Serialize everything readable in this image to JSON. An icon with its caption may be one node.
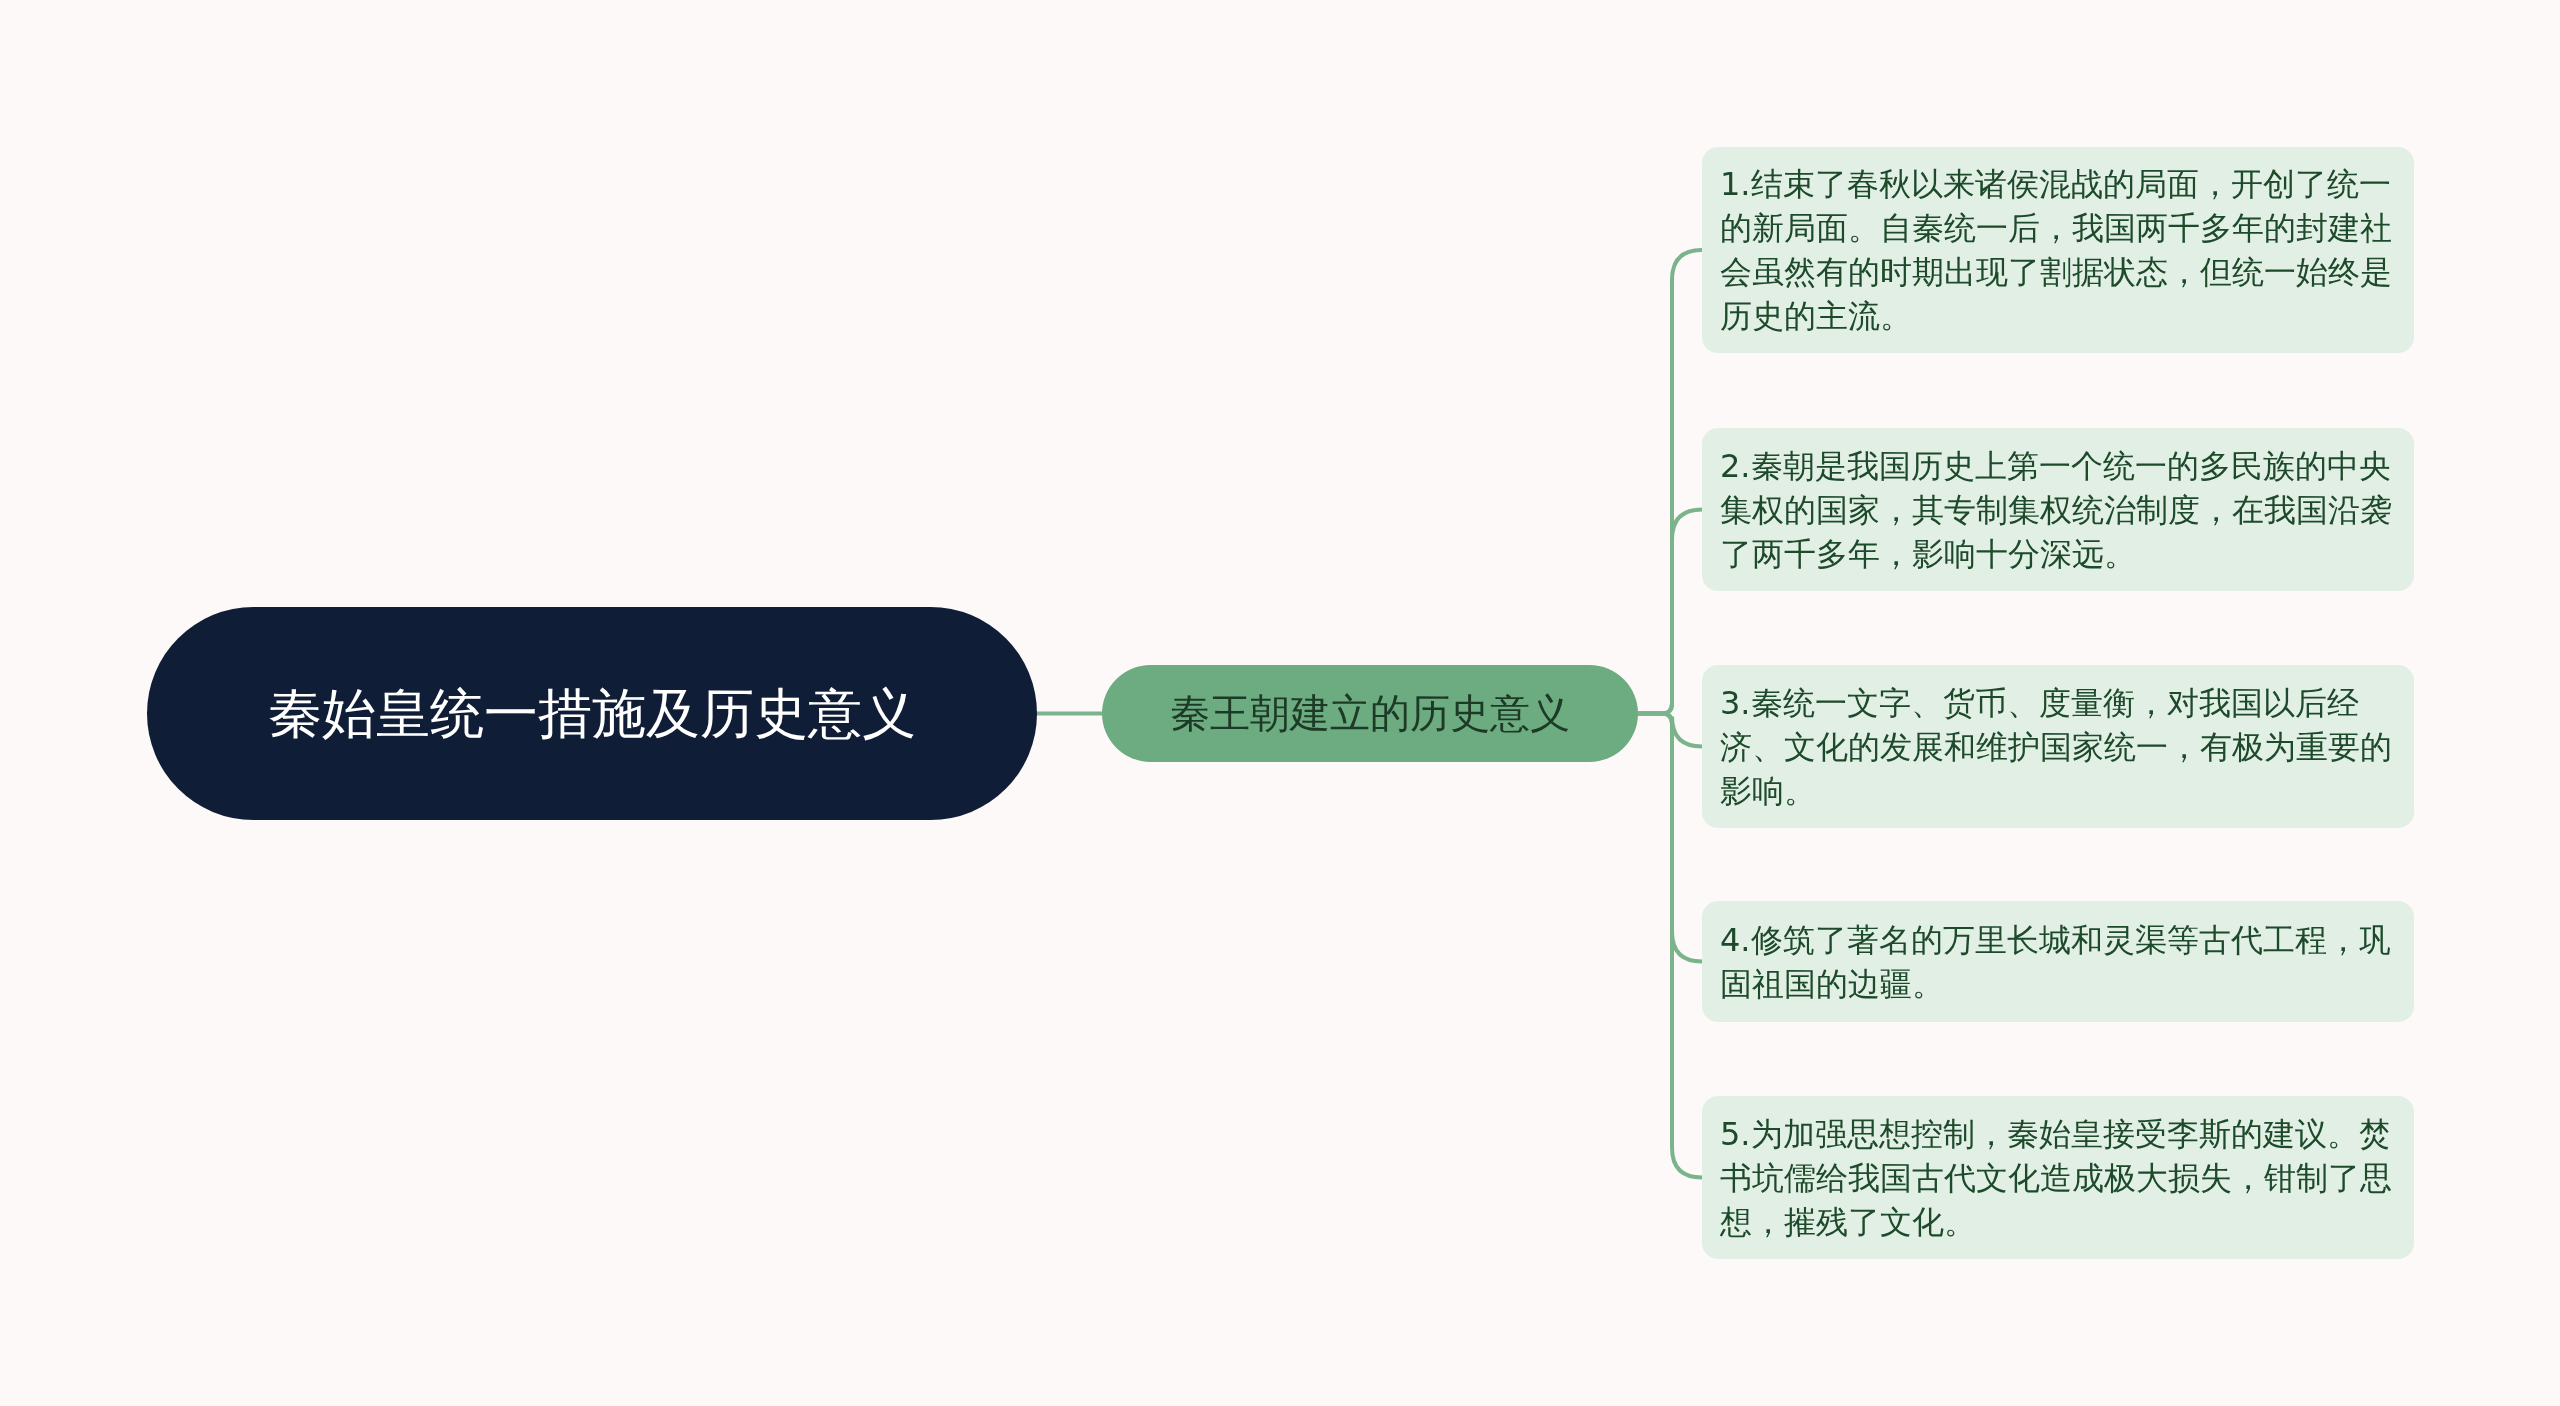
{
  "diagram": {
    "nodes": [
      {
        "text": [
          "秦始皇统一措施及历史意义"
        ]
      },
      {
        "text": [
          "秦王朝建立的历史意义"
        ]
      },
      {
        "text": [
          "1.结束了春秋以来诸侯混战的局面，开创了统一的新局面。自秦统一后，我国两千多年的封建社会虽然有的时期出现了割据状态，但统一始终是历史的主流。"
        ]
      },
      {
        "text": [
          "2.秦朝是我国历史上第一个统一的多民族的中央集权的国家，其专制集权统治制度，在我国沿袭了两千多年，影响十分深远。"
        ]
      },
      {
        "text": [
          "3.秦统一文字、货币、度量衡，对我国以后经济、文化的发展和维护国家统一，有极为重要的影响。"
        ]
      },
      {
        "text": [
          "4.修筑了著名的万里长城和灵渠等古代工程，巩固祖国的边疆。"
        ]
      },
      {
        "text": [
          "5.为加强思想控制，秦始皇接受李斯的建议。焚书坑儒给我国古代文化造成极大损失，钳制了思想，摧残了文化。"
        ]
      }
    ],
    "edges": [
      {
        "from": 0,
        "to": 1,
        "arrow": "none"
      },
      {
        "from": 1,
        "to": 2,
        "arrow": "none"
      },
      {
        "from": 1,
        "to": 3,
        "arrow": "none"
      },
      {
        "from": 1,
        "to": 4,
        "arrow": "none"
      },
      {
        "from": 1,
        "to": 5,
        "arrow": "none"
      },
      {
        "from": 1,
        "to": 6,
        "arrow": "none"
      }
    ]
  }
}
